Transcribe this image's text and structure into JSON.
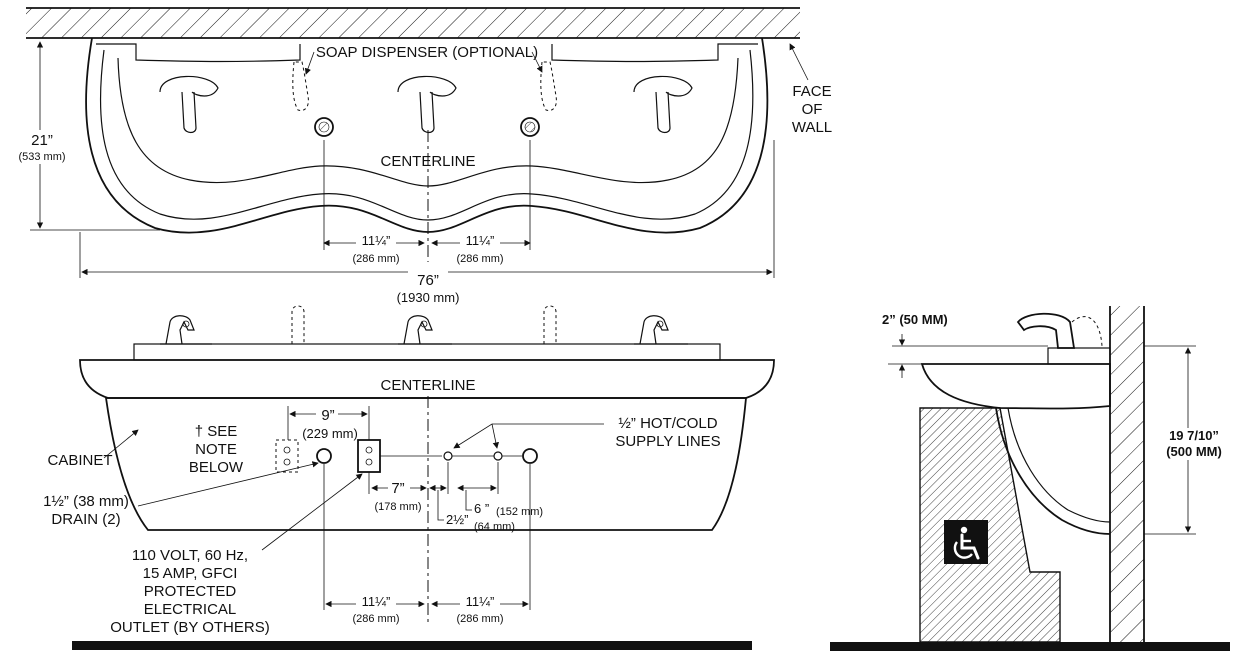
{
  "top_view": {
    "soap_dispenser": "SOAP DISPENSER (OPTIONAL)",
    "face_of_wall_1": "FACE",
    "face_of_wall_2": "OF",
    "face_of_wall_3": "WALL",
    "depth_in": "21”",
    "depth_mm": "(533 mm)",
    "centerline": "CENTERLINE",
    "spacing_left_in": "11¼”",
    "spacing_left_mm": "(286 mm)",
    "spacing_right_in": "11¼”",
    "spacing_right_mm": "(286 mm)",
    "width_in": "76”",
    "width_mm": "(1930 mm)"
  },
  "front_view": {
    "centerline": "CENTERLINE",
    "cabinet": "CABINET",
    "see_note_1": "† SEE",
    "see_note_2": "NOTE",
    "see_note_3": "BELOW",
    "outlet_spacing_in": "9”",
    "outlet_spacing_mm": "(229 mm)",
    "supply_lines_1": "½” HOT/COLD",
    "supply_lines_2": "SUPPLY LINES",
    "drain_1": "1½” (38 mm)",
    "drain_2": "DRAIN (2)",
    "offset_7_in": "7”",
    "offset_7_mm": "(178 mm)",
    "offset_6_in": "6 ”",
    "offset_6_mm": "(152 mm)",
    "offset_2half_in": "2½”",
    "offset_2half_mm": "(64 mm)",
    "electrical_1": "110 VOLT, 60 Hz,",
    "electrical_2": "15 AMP, GFCI",
    "electrical_3": "PROTECTED",
    "electrical_4": "ELECTRICAL",
    "electrical_5": "OUTLET (BY OTHERS)",
    "bottom_left_in": "11¼”",
    "bottom_left_mm": "(286 mm)",
    "bottom_right_in": "11¼”",
    "bottom_right_mm": "(286 mm)"
  },
  "side_view": {
    "clearance": "2”  (50 MM)",
    "height_in": "19 7/10”",
    "height_mm": "(500 MM)",
    "accessibility_icon": "wheelchair-icon"
  }
}
